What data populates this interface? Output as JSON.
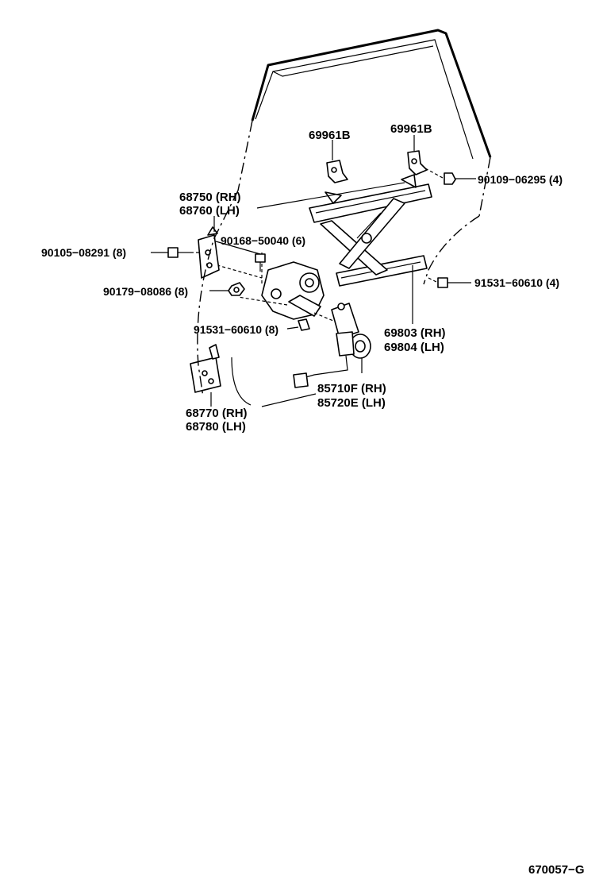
{
  "labels": {
    "glass_channel_left": "69961B",
    "glass_channel_right": "69961B",
    "bolt_90109": "90109−06295 (4)",
    "regulator_rh": "68750 (RH)",
    "regulator_lh": "68760 (LH)",
    "bolt_90168": "90168−50040 (6)",
    "bolt_90105": "90105−08291 (8)",
    "nut_90179": "90179−08086 (8)",
    "bolt_91531_right": "91531−60610 (4)",
    "bolt_91531_lower": "91531−60610 (8)",
    "arm_rh": "69803 (RH)",
    "arm_lh": "69804 (LH)",
    "motor_rh": "85710F (RH)",
    "motor_lh": "85720E (LH)",
    "hinge_rh": "68770 (RH)",
    "hinge_lh": "68780 (LH)",
    "figure_code": "670057−G"
  },
  "icons": [
    "door-glass-outline",
    "window-regulator",
    "regulator-motor",
    "door-hinge-upper",
    "door-hinge-lower",
    "bolt",
    "nut"
  ]
}
